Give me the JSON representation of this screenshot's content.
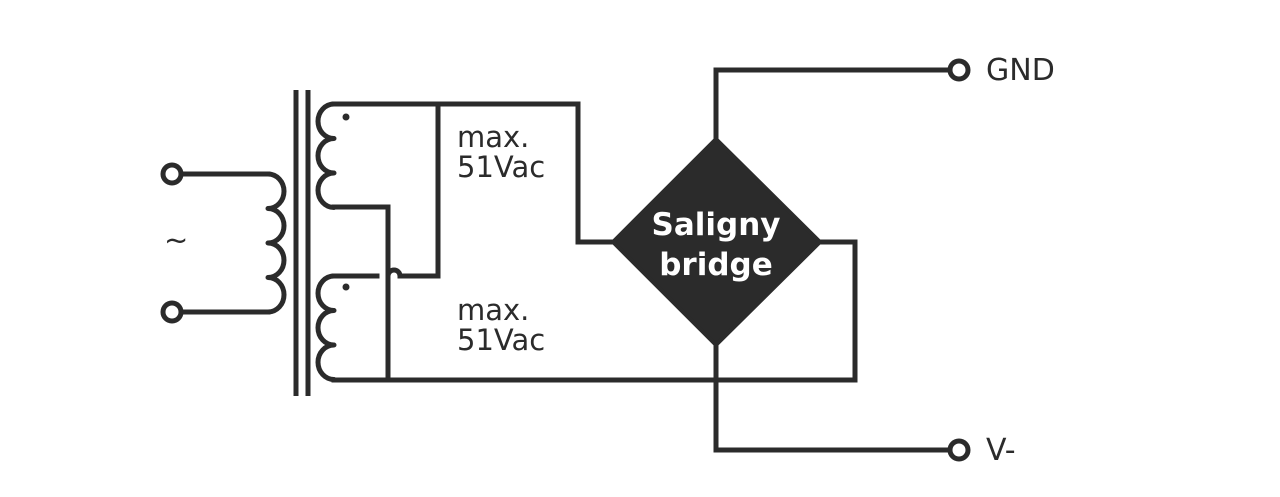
{
  "primary": {
    "input_symbol": "~"
  },
  "secondary": {
    "upper_winding_label": [
      "max.",
      "51Vac"
    ],
    "lower_winding_label": [
      "max.",
      "51Vac"
    ]
  },
  "bridge": {
    "label": [
      "Saligny",
      "bridge"
    ]
  },
  "outputs": {
    "top": "GND",
    "bottom": "V-"
  },
  "colors": {
    "ink": "#2b2b2b",
    "bridge_fill": "#2b2b2b",
    "background": "#ffffff"
  }
}
